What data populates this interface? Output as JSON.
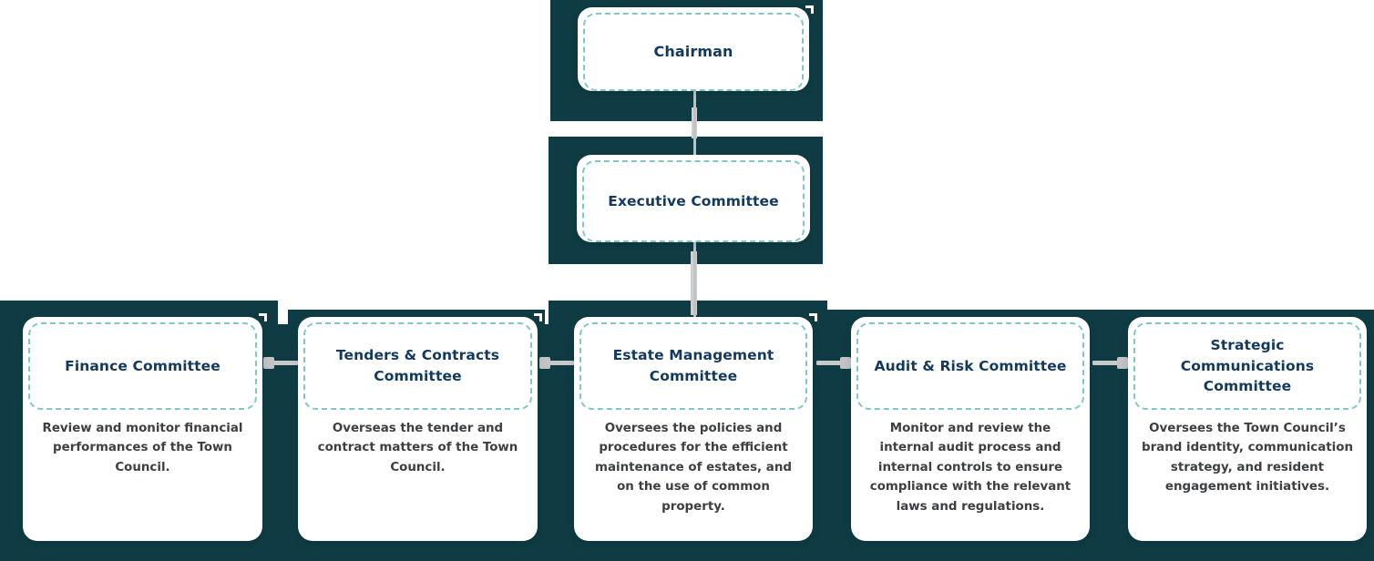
{
  "theme": {
    "page_background": "#ffffff",
    "block_color": "#0F3C44",
    "dashed_border_color": "#7FC9C1",
    "title_color": "#12395E",
    "description_color": "#3C4043",
    "connector_color": "#C9C9CB"
  },
  "chart_data": {
    "type": "diagram",
    "title": "",
    "layout": "organizational-hierarchy",
    "levels": 3
  },
  "nodes": {
    "chairman": {
      "title": "Chairman",
      "description": ""
    },
    "executive": {
      "title": "Executive Committee",
      "description": ""
    },
    "finance": {
      "title": "Finance Committee",
      "description": "Review and monitor financial performances of the Town Council."
    },
    "tenders": {
      "title": "Tenders & Contracts Committee",
      "description": "Overseas the tender and contract matters of the Town Council."
    },
    "estate": {
      "title": "Estate Management Committee",
      "description": "Oversees the policies and procedures for the efficient maintenance of estates, and on the use of common property."
    },
    "audit": {
      "title": "Audit & Risk Committee",
      "description": "Monitor and review the internal audit process and internal controls to ensure compliance with the relevant laws and regulations."
    },
    "strategic": {
      "title": "Strategic Communications Committee",
      "description": "Oversees the Town Council’s brand identity, communication strategy, and resident engagement initiatives."
    }
  }
}
